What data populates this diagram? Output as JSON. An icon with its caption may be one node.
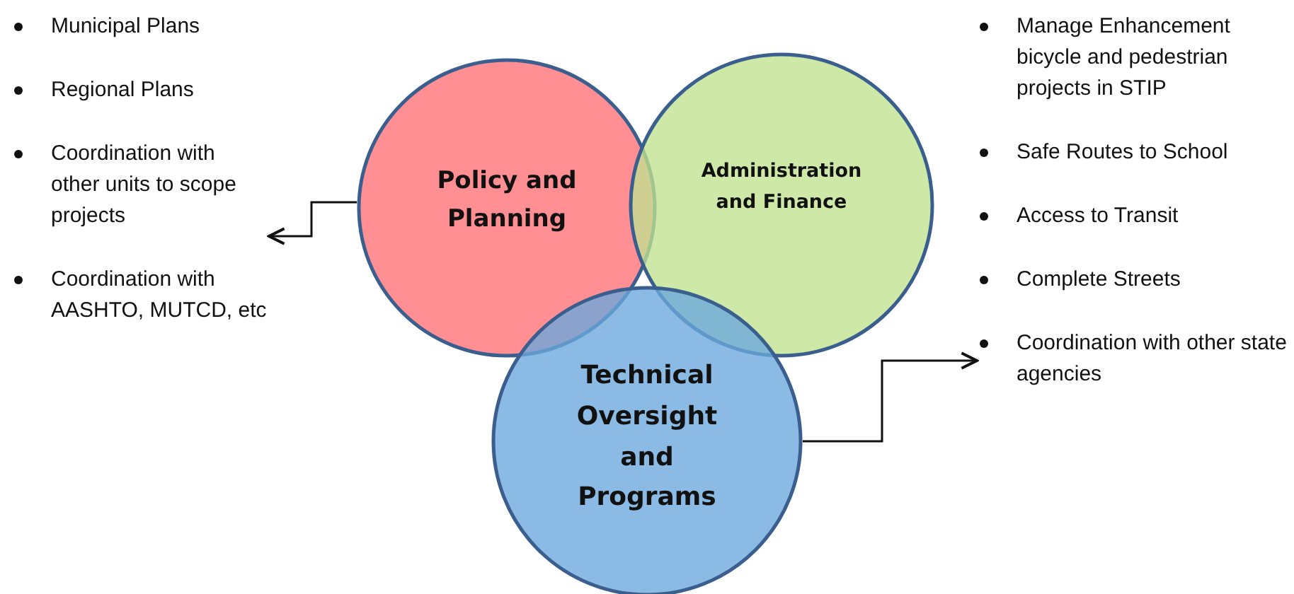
{
  "diagram": {
    "nodes": [
      {
        "text": [
          "Municipal Plans",
          "Regional Plans",
          "Coordination with other units to scope projects",
          "Coordination with AASHTO, MUTCD, etc"
        ]
      },
      {
        "text": [
          "Policy and Planning"
        ]
      },
      {
        "text": [
          "Administration and Finance"
        ]
      },
      {
        "text": [
          "Technical Oversight and Programs"
        ]
      },
      {
        "text": [
          "Manage Enhancement bicycle and pedestrian projects in STIP",
          "Safe Routes to School",
          "Access to Transit",
          "Complete Streets",
          "Coordination with other state agencies"
        ]
      }
    ],
    "edges": [
      {
        "from": 1,
        "to": 0,
        "arrow": "to"
      },
      {
        "from": 3,
        "to": 4,
        "arrow": "to"
      }
    ]
  }
}
